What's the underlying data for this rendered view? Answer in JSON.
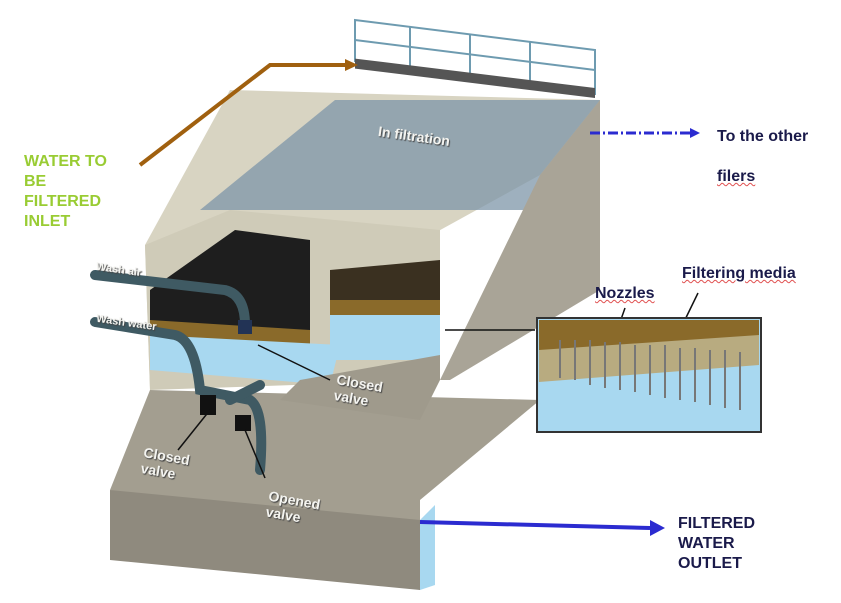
{
  "labels": {
    "inlet": "WATER TO\nBE\nFILTERED\nINLET",
    "to_other": "To the other",
    "to_other_2": "filers",
    "filtering_media": "Filtering media",
    "nozzles": "Nozzles",
    "outlet": "FILTERED\nWATER\nOUTLET",
    "in_filtration": "In filtration",
    "wash_air": "Wash air",
    "wash_water": "Wash water",
    "closed_valve_right": "Closed\nvalve",
    "closed_valve_left": "Closed\nvalve",
    "opened_valve": "Opened\nvalve"
  },
  "colors": {
    "inlet_label": "#99cc33",
    "inlet_arrow": "#a0600f",
    "flow_arrow": "#2b2bd0",
    "concrete": "#a9a497",
    "water": "#a8d8f0",
    "media": "#8a6a2a"
  }
}
